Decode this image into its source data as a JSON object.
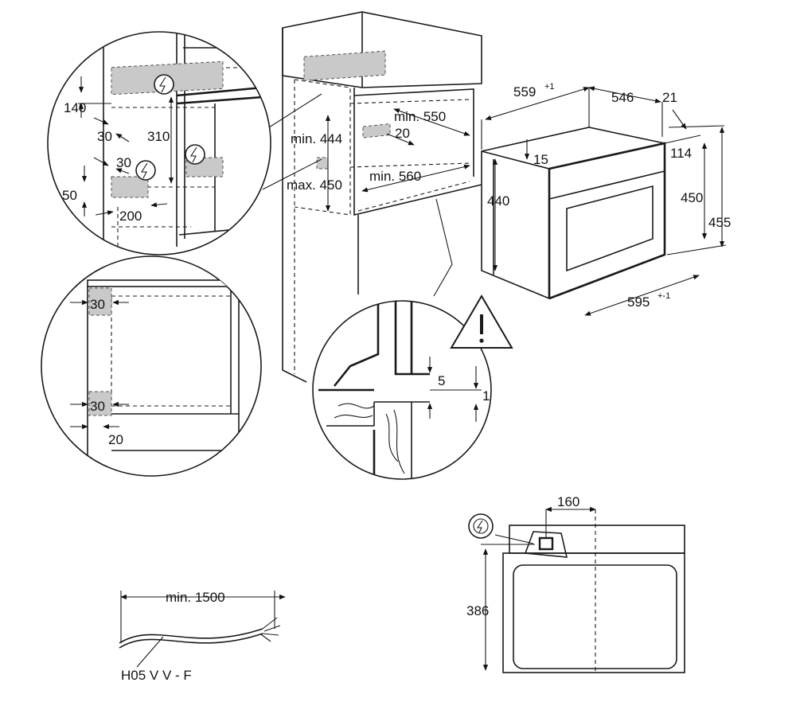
{
  "dimensions": {
    "detail_top": {
      "d140": "140",
      "d30a": "30",
      "d310": "310",
      "d30b": "30",
      "d50": "50",
      "d200": "200"
    },
    "cabinet": {
      "min550": "min. 550",
      "min444": "min. 444",
      "d20": "20",
      "max450": "max. 450",
      "min560": "min. 560"
    },
    "oven": {
      "d559": "559",
      "d559_tol": "+1",
      "d546": "546",
      "d21": "21",
      "d15": "15",
      "d114": "114",
      "d440": "440",
      "d450": "450",
      "d455": "455",
      "d595": "595",
      "d595_tol": "+-1"
    },
    "detail_side": {
      "d30top": "30",
      "d30bottom": "30",
      "d20": "20"
    },
    "detail_gap": {
      "d5": "5",
      "d1": "1"
    },
    "front": {
      "d160": "160",
      "d386": "386"
    },
    "cable": {
      "min_length": "min. 1500",
      "type": "H05 V V - F"
    }
  },
  "colors": {
    "line": "#1a1a1a",
    "hatch": "#c9c9c9"
  },
  "icons": [
    "electric-connection-icon",
    "warning-triangle-icon"
  ]
}
